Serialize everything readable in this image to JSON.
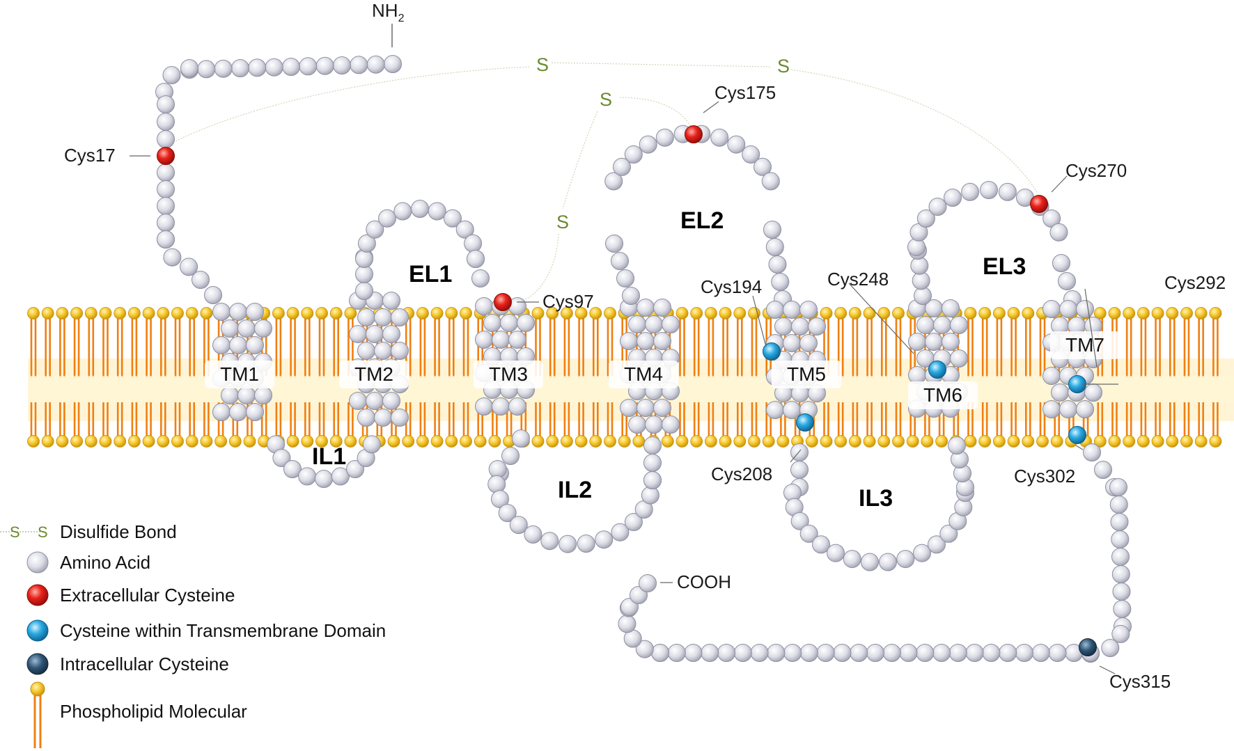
{
  "termini": {
    "n": "NH",
    "n_sub": "2",
    "c": "COOH"
  },
  "disulfide_symbol": "S",
  "loops": {
    "el1": "EL1",
    "el2": "EL2",
    "el3": "EL3",
    "il1": "IL1",
    "il2": "IL2",
    "il3": "IL3"
  },
  "tm": {
    "tm1": "TM1",
    "tm2": "TM2",
    "tm3": "TM3",
    "tm4": "TM4",
    "tm5": "TM5",
    "tm6": "TM6",
    "tm7": "TM7"
  },
  "cysteines": {
    "c17": "Cys17",
    "c97": "Cys97",
    "c175": "Cys175",
    "c194": "Cys194",
    "c208": "Cys208",
    "c248": "Cys248",
    "c270": "Cys270",
    "c292": "Cys292",
    "c302": "Cys302",
    "c315": "Cys315"
  },
  "legend": {
    "disulfide": "Disulfide Bond",
    "amino": "Amino Acid",
    "extra": "Extracellular Cysteine",
    "tmcys": "Cysteine within Transmembrane Domain",
    "intra": "Intracellular Cysteine",
    "lipid": "Phospholipid Molecular"
  },
  "colors": {
    "amino_acid": "#d8d9e3",
    "extracellular_cysteine": "#e0201c",
    "transmembrane_cysteine": "#29a9e0",
    "intracellular_cysteine": "#2e5575",
    "lipid_head": "#f7c72b",
    "lipid_tail": "#f07f12",
    "disulfide": "#6b8a2e"
  }
}
